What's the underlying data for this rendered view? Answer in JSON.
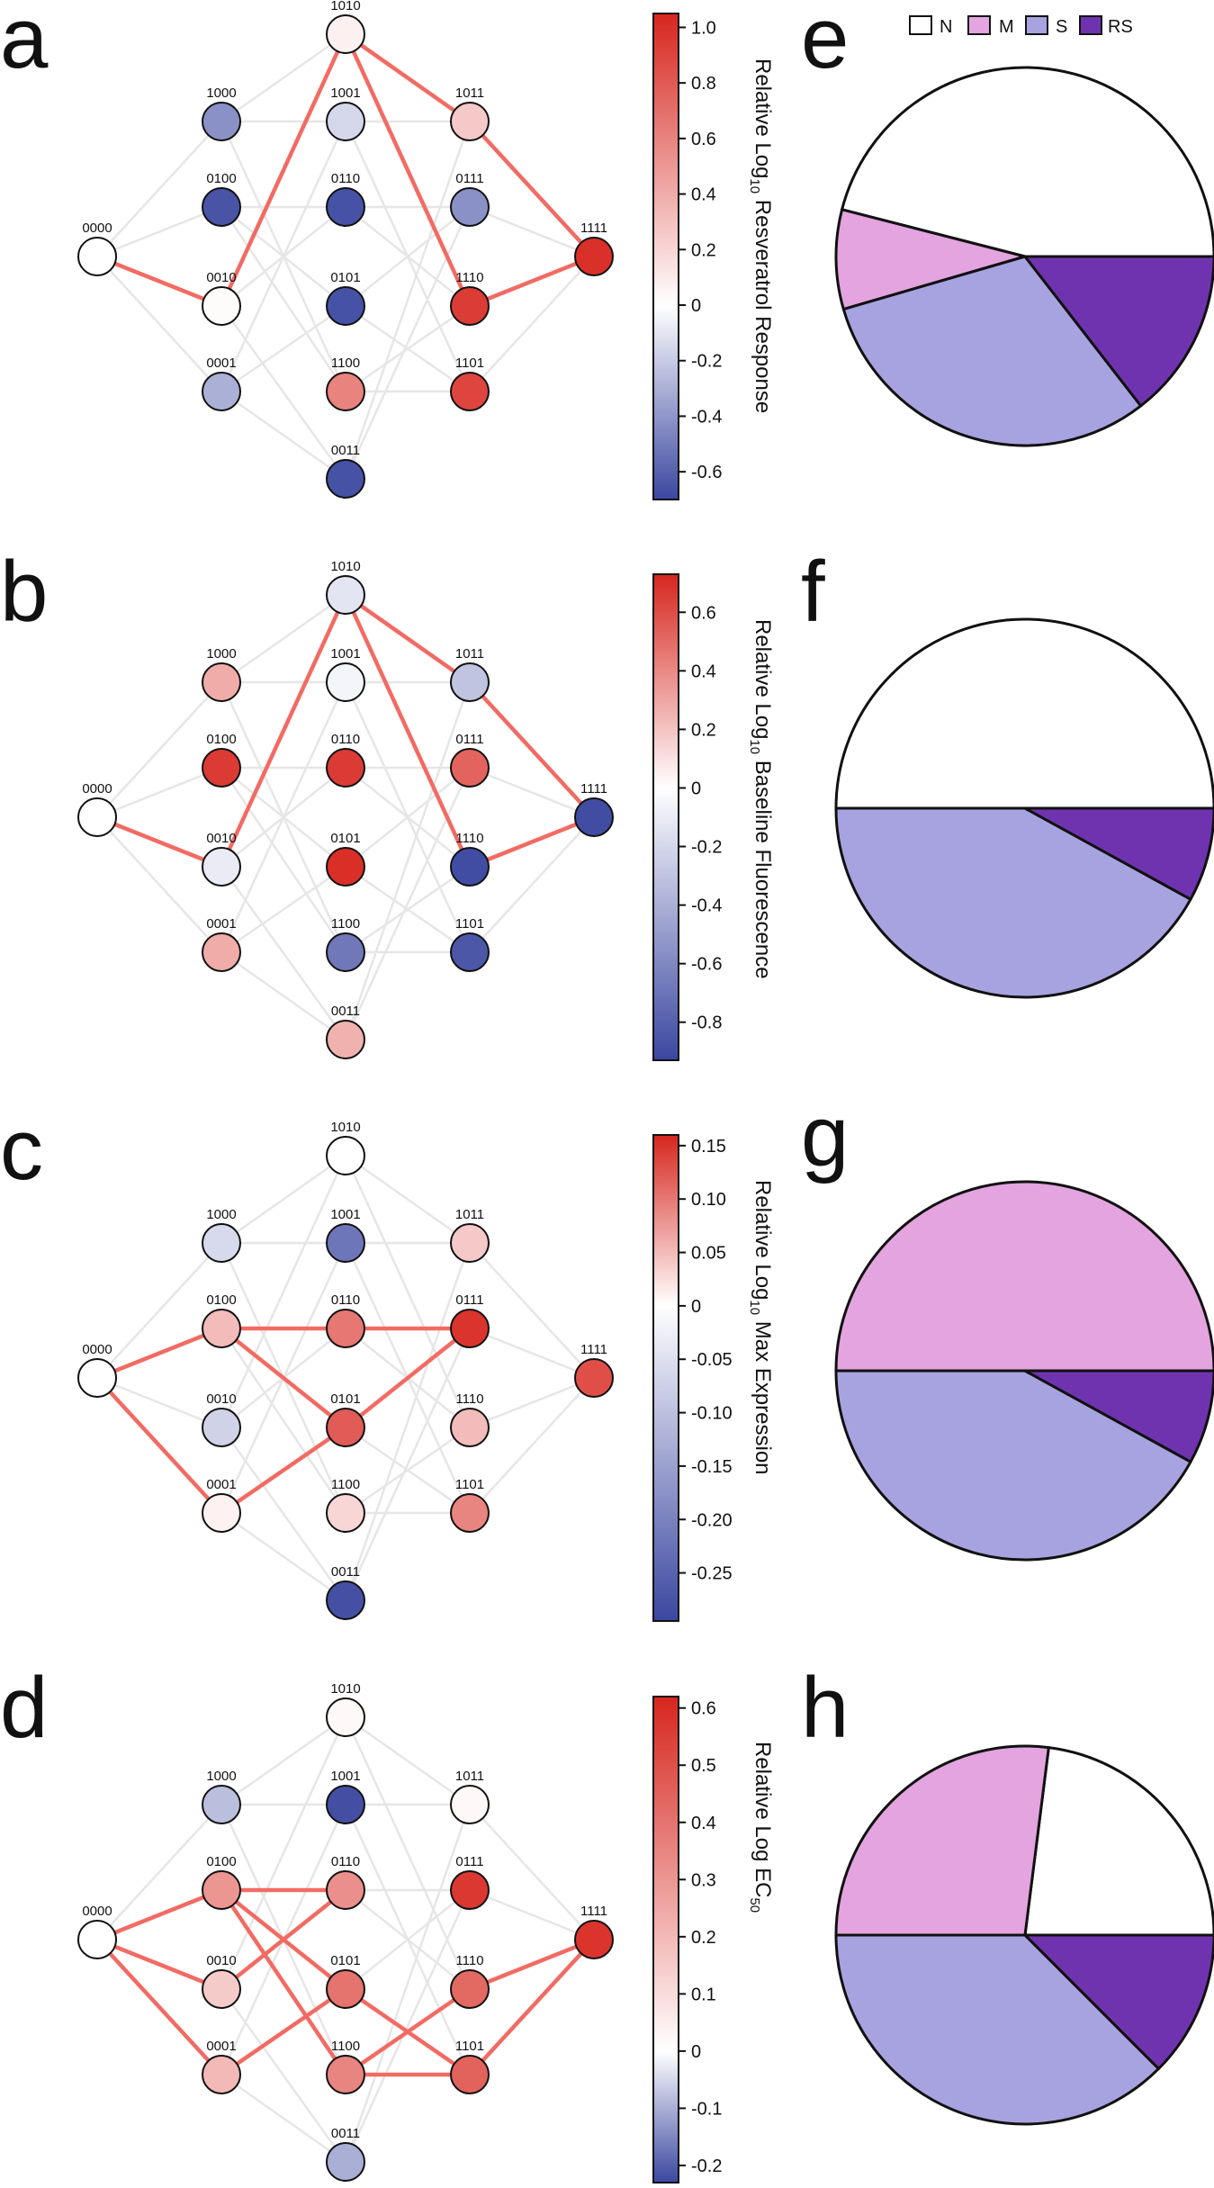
{
  "panel_letters": [
    "a",
    "b",
    "c",
    "d",
    "e",
    "f",
    "g",
    "h"
  ],
  "pie_legend": [
    "N",
    "M",
    "S",
    "RS"
  ],
  "colors": {
    "edge_grey": "#e6e6e6",
    "edge_highlight": "#f26b63",
    "scale_red": "#d7261e",
    "scale_white": "#ffffff",
    "scale_blue": "#3b47a0",
    "N": "#ffffff",
    "M": "#e3a4df",
    "S": "#a7a3e0",
    "RS": "#7033b0"
  },
  "chart_data": [
    {
      "type": "network",
      "panel": "a",
      "colorbar": {
        "label_main": "Relative Log",
        "label_sub": "10",
        "label_rest": " Resveratrol Response",
        "range": [
          -0.7,
          1.05
        ],
        "ticks": [
          1.0,
          0.8,
          0.6,
          0.4,
          0.2,
          0,
          -0.2,
          -0.4,
          -0.6
        ],
        "tick_labels": [
          "1.0",
          "0.8",
          "0.6",
          "0.4",
          "0.2",
          "0",
          "-0.2",
          "-0.4",
          "-0.6"
        ]
      },
      "nodes": {
        "0000": 0.0,
        "1000": -0.42,
        "0100": -0.65,
        "0010": 0.02,
        "0001": -0.3,
        "1010": 0.07,
        "1001": -0.15,
        "0110": -0.66,
        "0101": -0.66,
        "1100": 0.6,
        "0011": -0.66,
        "1011": 0.26,
        "0111": -0.42,
        "1110": 0.94,
        "1101": 0.9,
        "1111": 1.0
      },
      "highlighted_path": [
        [
          "0000",
          "0010"
        ],
        [
          "0010",
          "1010"
        ],
        [
          "1010",
          "1011"
        ],
        [
          "1011",
          "1111"
        ],
        [
          "1010",
          "1110"
        ],
        [
          "1110",
          "1111"
        ]
      ]
    },
    {
      "type": "network",
      "panel": "b",
      "colorbar": {
        "label_main": "Relative Log",
        "label_sub": "10",
        "label_rest": " Baseline Fluorescence",
        "range": [
          -0.93,
          0.73
        ],
        "ticks": [
          0.6,
          0.4,
          0.2,
          0,
          -0.2,
          -0.4,
          -0.6,
          -0.8
        ],
        "tick_labels": [
          "0.6",
          "0.4",
          "0.2",
          "0",
          "-0.2",
          "-0.4",
          "-0.6",
          "-0.8"
        ]
      },
      "nodes": {
        "0000": 0.0,
        "1000": 0.28,
        "0100": 0.66,
        "0010": -0.1,
        "0001": 0.28,
        "1010": -0.13,
        "1001": -0.05,
        "0110": 0.66,
        "0101": 0.7,
        "1100": -0.68,
        "0011": 0.26,
        "1011": -0.3,
        "0111": 0.52,
        "1110": -0.9,
        "1101": -0.85,
        "1111": -0.9
      },
      "highlighted_path": [
        [
          "0000",
          "0010"
        ],
        [
          "0010",
          "1010"
        ],
        [
          "1010",
          "1011"
        ],
        [
          "1011",
          "1111"
        ],
        [
          "1010",
          "1110"
        ],
        [
          "1110",
          "1111"
        ]
      ]
    },
    {
      "type": "network",
      "panel": "c",
      "colorbar": {
        "label_main": "Relative Log",
        "label_sub": "10",
        "label_rest": " Max Expression",
        "range": [
          -0.295,
          0.16
        ],
        "ticks": [
          0.15,
          0.1,
          0.05,
          0,
          -0.05,
          -0.1,
          -0.15,
          -0.2,
          -0.25
        ],
        "tick_labels": [
          "0.15",
          "0.10",
          "0.05",
          "0",
          "-0.05",
          "-0.10",
          "-0.15",
          "-0.20",
          "-0.25"
        ]
      },
      "nodes": {
        "0000": 0.0,
        "1000": -0.06,
        "0100": 0.05,
        "0010": -0.07,
        "0001": 0.01,
        "1010": 0.0,
        "1001": -0.22,
        "0110": 0.1,
        "0101": 0.12,
        "1100": 0.03,
        "0011": -0.28,
        "1011": 0.04,
        "0111": 0.15,
        "1110": 0.05,
        "1101": 0.09,
        "1111": 0.13
      },
      "highlighted_path": [
        [
          "0000",
          "0100"
        ],
        [
          "0000",
          "0001"
        ],
        [
          "0100",
          "0110"
        ],
        [
          "0100",
          "0101"
        ],
        [
          "0001",
          "0101"
        ],
        [
          "0110",
          "0111"
        ],
        [
          "0101",
          "0111"
        ]
      ]
    },
    {
      "type": "network",
      "panel": "d",
      "colorbar": {
        "label_main": "Relative Log",
        "label_sub": "50",
        "label_rest": " EC",
        "range": [
          -0.23,
          0.62
        ],
        "ticks": [
          0.6,
          0.5,
          0.4,
          0.3,
          0.2,
          0.1,
          0,
          -0.1,
          -0.2
        ],
        "tick_labels": [
          "0.6",
          "0.5",
          "0.4",
          "0.3",
          "0.2",
          "0.1",
          "0",
          "-0.1",
          "-0.2"
        ]
      },
      "nodes": {
        "0000": 0.0,
        "1000": -0.08,
        "0100": 0.3,
        "0010": 0.15,
        "0001": 0.2,
        "1010": 0.02,
        "1001": -0.22,
        "0110": 0.32,
        "0101": 0.4,
        "1100": 0.35,
        "0011": -0.1,
        "1011": 0.02,
        "0111": 0.57,
        "1110": 0.43,
        "1101": 0.45,
        "1111": 0.58
      },
      "highlighted_path": [
        [
          "0000",
          "0100"
        ],
        [
          "0000",
          "0010"
        ],
        [
          "0000",
          "0001"
        ],
        [
          "0100",
          "0110"
        ],
        [
          "0100",
          "0101"
        ],
        [
          "0100",
          "1100"
        ],
        [
          "0010",
          "0110"
        ],
        [
          "0001",
          "0101"
        ],
        [
          "0101",
          "1101"
        ],
        [
          "1100",
          "1110"
        ],
        [
          "1100",
          "1101"
        ],
        [
          "1110",
          "1111"
        ],
        [
          "1101",
          "1111"
        ]
      ]
    },
    {
      "type": "pie",
      "panel": "e",
      "labels": [
        "N",
        "M",
        "S",
        "RS"
      ],
      "values": [
        46.0,
        8.5,
        31.0,
        14.5
      ]
    },
    {
      "type": "pie",
      "panel": "f",
      "labels": [
        "N",
        "M",
        "S",
        "RS"
      ],
      "values": [
        50.0,
        0.0,
        42.0,
        8.0
      ]
    },
    {
      "type": "pie",
      "panel": "g",
      "labels": [
        "N",
        "M",
        "S",
        "RS"
      ],
      "values": [
        0.0,
        50.0,
        42.0,
        8.0
      ]
    },
    {
      "type": "pie",
      "panel": "h",
      "labels": [
        "N",
        "M",
        "S",
        "RS"
      ],
      "values": [
        23.0,
        27.0,
        37.5,
        12.5
      ]
    }
  ]
}
